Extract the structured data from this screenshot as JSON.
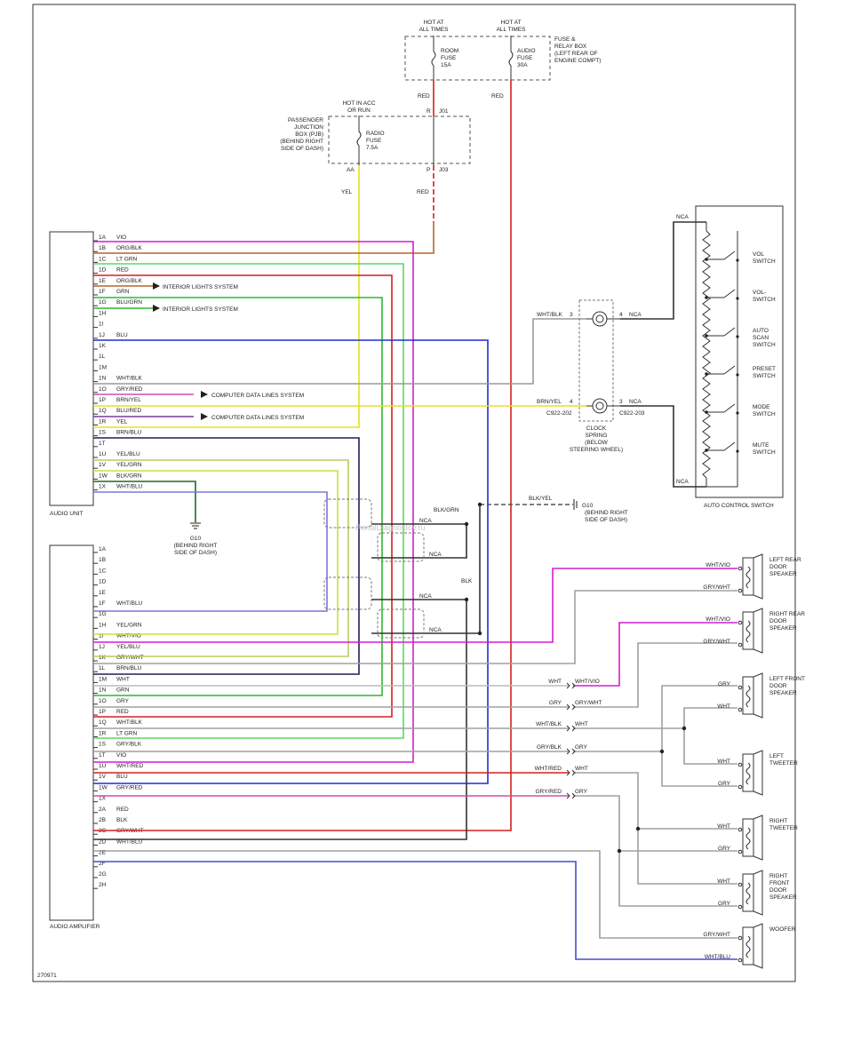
{
  "figure_id": "270971",
  "watermark": "PortalDiagnostov.ru",
  "fuse_box": {
    "hot1": [
      "HOT AT",
      "ALL TIMES"
    ],
    "hot2": [
      "HOT AT",
      "ALL TIMES"
    ],
    "label": [
      "FUSE &",
      "RELAY BOX",
      "(LEFT REAR OF",
      "ENGINE COMPT)"
    ],
    "fuse1": [
      "ROOM",
      "FUSE",
      "15A"
    ],
    "fuse2": [
      "AUDIO",
      "FUSE",
      "30A"
    ]
  },
  "junction_box": {
    "hot": [
      "HOT IN ACC",
      "OR RUN"
    ],
    "label": [
      "PASSENGER",
      "JUNCTION",
      "BOX (PJB)",
      "(BEHIND RIGHT",
      "SIDE OF DASH)"
    ],
    "fuse": [
      "RADIO",
      "FUSE",
      "7.5A"
    ],
    "conn1": "J01",
    "conn2": "J03",
    "pin_r": "R",
    "pin_aa": "AA",
    "pin_p": "P"
  },
  "wire_labels": {
    "red1": "RED",
    "red2": "RED",
    "red3": "RED",
    "yel": "YEL",
    "blk": "BLK",
    "blk_grn": "BLK/GRN",
    "blk_yel": "BLK/YEL",
    "nca1": "NCA",
    "nca2": "NCA",
    "nca3": "NCA",
    "nca4": "NCA"
  },
  "audio_unit": {
    "name": "AUDIO UNIT",
    "pins": [
      {
        "pin": "1A",
        "wire": "VIO"
      },
      {
        "pin": "1B",
        "wire": "ORG/BLK"
      },
      {
        "pin": "1C",
        "wire": "LT GRN"
      },
      {
        "pin": "1D",
        "wire": "RED"
      },
      {
        "pin": "1E",
        "wire": "ORG/BLK"
      },
      {
        "pin": "1F",
        "wire": "GRN"
      },
      {
        "pin": "1G",
        "wire": "BLU/GRN"
      },
      {
        "pin": "1H",
        "wire": ""
      },
      {
        "pin": "1I",
        "wire": ""
      },
      {
        "pin": "1J",
        "wire": "BLU"
      },
      {
        "pin": "1K",
        "wire": ""
      },
      {
        "pin": "1L",
        "wire": ""
      },
      {
        "pin": "1M",
        "wire": ""
      },
      {
        "pin": "1N",
        "wire": "WHT/BLK"
      },
      {
        "pin": "1O",
        "wire": "GRY/RED"
      },
      {
        "pin": "1P",
        "wire": "BRN/YEL"
      },
      {
        "pin": "1Q",
        "wire": "BLU/RED"
      },
      {
        "pin": "1R",
        "wire": "YEL"
      },
      {
        "pin": "1S",
        "wire": "BRN/BLU"
      },
      {
        "pin": "1T",
        "wire": ""
      },
      {
        "pin": "1U",
        "wire": "YEL/BLU"
      },
      {
        "pin": "1V",
        "wire": "YEL/GRN"
      },
      {
        "pin": "1W",
        "wire": "BLK/GRN"
      },
      {
        "pin": "1X",
        "wire": "WHT/BLU"
      }
    ]
  },
  "systems": {
    "interior1": "INTERIOR LIGHTS SYSTEM",
    "interior2": "INTERIOR LIGHTS SYSTEM",
    "computer1": "COMPUTER DATA LINES SYSTEM",
    "computer2": "COMPUTER DATA LINES SYSTEM"
  },
  "ground_g10": {
    "name": "G10",
    "desc": [
      "(BEHIND RIGHT",
      "SIDE OF DASH)"
    ]
  },
  "ground_g10_right": {
    "name": "G10",
    "desc": [
      "(BEHIND RIGHT",
      "SIDE OF DASH)"
    ]
  },
  "clock_spring": {
    "label": [
      "CLOCK",
      "SPRING",
      "(BELOW",
      "STEERING WHEEL)"
    ],
    "wire_top": "WHT/BLK",
    "pin_top_l": "3",
    "pin_top_r": "4",
    "nca_top": "NCA",
    "wire_bot": "BRN/YEL",
    "pin_bot_l": "4",
    "pin_bot_r": "3",
    "nca_bot": "NCA",
    "conn_l": "C922-202",
    "conn_r": "C922-203"
  },
  "auto_control": {
    "name": "AUTO CONTROL SWITCH",
    "nca_top": "NCA",
    "nca_bot": "NCA",
    "switches": [
      [
        "VOL",
        "SWITCH"
      ],
      [
        "VOL-",
        "SWITCH"
      ],
      [
        "AUTO",
        "SCAN",
        "SWITCH"
      ],
      [
        "PRESET",
        "SWITCH"
      ],
      [
        "MODE",
        "SWITCH"
      ],
      [
        "MUTE",
        "SWITCH"
      ]
    ]
  },
  "audio_amplifier": {
    "name": "AUDIO AMPLIFIER",
    "pins": [
      {
        "pin": "1A",
        "wire": ""
      },
      {
        "pin": "1B",
        "wire": ""
      },
      {
        "pin": "1C",
        "wire": ""
      },
      {
        "pin": "1D",
        "wire": ""
      },
      {
        "pin": "1E",
        "wire": ""
      },
      {
        "pin": "1F",
        "wire": "WHT/BLU"
      },
      {
        "pin": "1G",
        "wire": ""
      },
      {
        "pin": "1H",
        "wire": "YEL/GRN"
      },
      {
        "pin": "1I",
        "wire": "WHT/VIO"
      },
      {
        "pin": "1J",
        "wire": "YEL/BLU"
      },
      {
        "pin": "1K",
        "wire": "GRY/WHT"
      },
      {
        "pin": "1L",
        "wire": "BRN/BLU"
      },
      {
        "pin": "1M",
        "wire": "WHT"
      },
      {
        "pin": "1N",
        "wire": "GRN"
      },
      {
        "pin": "1O",
        "wire": "GRY"
      },
      {
        "pin": "1P",
        "wire": "RED"
      },
      {
        "pin": "1Q",
        "wire": "WHT/BLK"
      },
      {
        "pin": "1R",
        "wire": "LT GRN"
      },
      {
        "pin": "1S",
        "wire": "GRY/BLK"
      },
      {
        "pin": "1T",
        "wire": "VIO"
      },
      {
        "pin": "1U",
        "wire": "WHT/RED"
      },
      {
        "pin": "1V",
        "wire": "BLU"
      },
      {
        "pin": "1W",
        "wire": "GRY/RED"
      },
      {
        "pin": "1X",
        "wire": ""
      },
      {
        "pin": "2A",
        "wire": "RED"
      },
      {
        "pin": "2B",
        "wire": "BLK"
      },
      {
        "pin": "2C",
        "wire": "GRY/WHT"
      },
      {
        "pin": "2D",
        "wire": "WHT/BLU"
      },
      {
        "pin": "2E",
        "wire": ""
      },
      {
        "pin": "2F",
        "wire": ""
      },
      {
        "pin": "2G",
        "wire": ""
      },
      {
        "pin": "2H",
        "wire": ""
      }
    ]
  },
  "mid_connectors": [
    {
      "a": "WHT",
      "b": "WHT/VIO"
    },
    {
      "a": "GRY",
      "b": "GRY/WHT"
    },
    {
      "a": "WHT/BLK",
      "b": "WHT"
    },
    {
      "a": "GRY/BLK",
      "b": "GRY"
    },
    {
      "a": "WHT/RED",
      "b": "WHT"
    },
    {
      "a": "GRY/RED",
      "b": "GRY"
    }
  ],
  "speakers": [
    {
      "name": [
        "LEFT REAR",
        "DOOR",
        "SPEAKER"
      ],
      "w1": "WHT/VIO",
      "w2": "GRY/WHT"
    },
    {
      "name": [
        "RIGHT REAR",
        "DOOR",
        "SPEAKER"
      ],
      "w1": "WHT/VIO",
      "w2": "GRY/WHT"
    },
    {
      "name": [
        "LEFT FRONT",
        "DOOR",
        "SPEAKER"
      ],
      "w1": "GRY",
      "w2": "WHT"
    },
    {
      "name": [
        "LEFT",
        "TWEETER"
      ],
      "w1": "WHT",
      "w2": "GRY"
    },
    {
      "name": [
        "RIGHT",
        "TWEETER"
      ],
      "w1": "WHT",
      "w2": "GRY"
    },
    {
      "name": [
        "RIGHT",
        "FRONT",
        "DOOR",
        "SPEAKER"
      ],
      "w1": "WHT",
      "w2": "GRY"
    },
    {
      "name": [
        "WOOFER"
      ],
      "w1": "GRY/WHT",
      "w2": "WHT/BLU"
    }
  ],
  "colors": {
    "VIO": "#d21dd2",
    "ORG_BLK": "#b8652a",
    "LT_GRN": "#5fd85f",
    "RED": "#d42020",
    "GRN": "#2fb82f",
    "BLU": "#1f2fd0",
    "YEL": "#e8e01a",
    "GRY": "#a0a0a0",
    "BLK": "#333333",
    "BRN": "#4a3a7a",
    "YEL_GRN": "#c8e040",
    "DARK_GRN": "#1f6a1f",
    "WHT_BLU": "#7878d8",
    "GRY_WHT": "#9a9a9a",
    "PINK": "#d24ea8"
  }
}
